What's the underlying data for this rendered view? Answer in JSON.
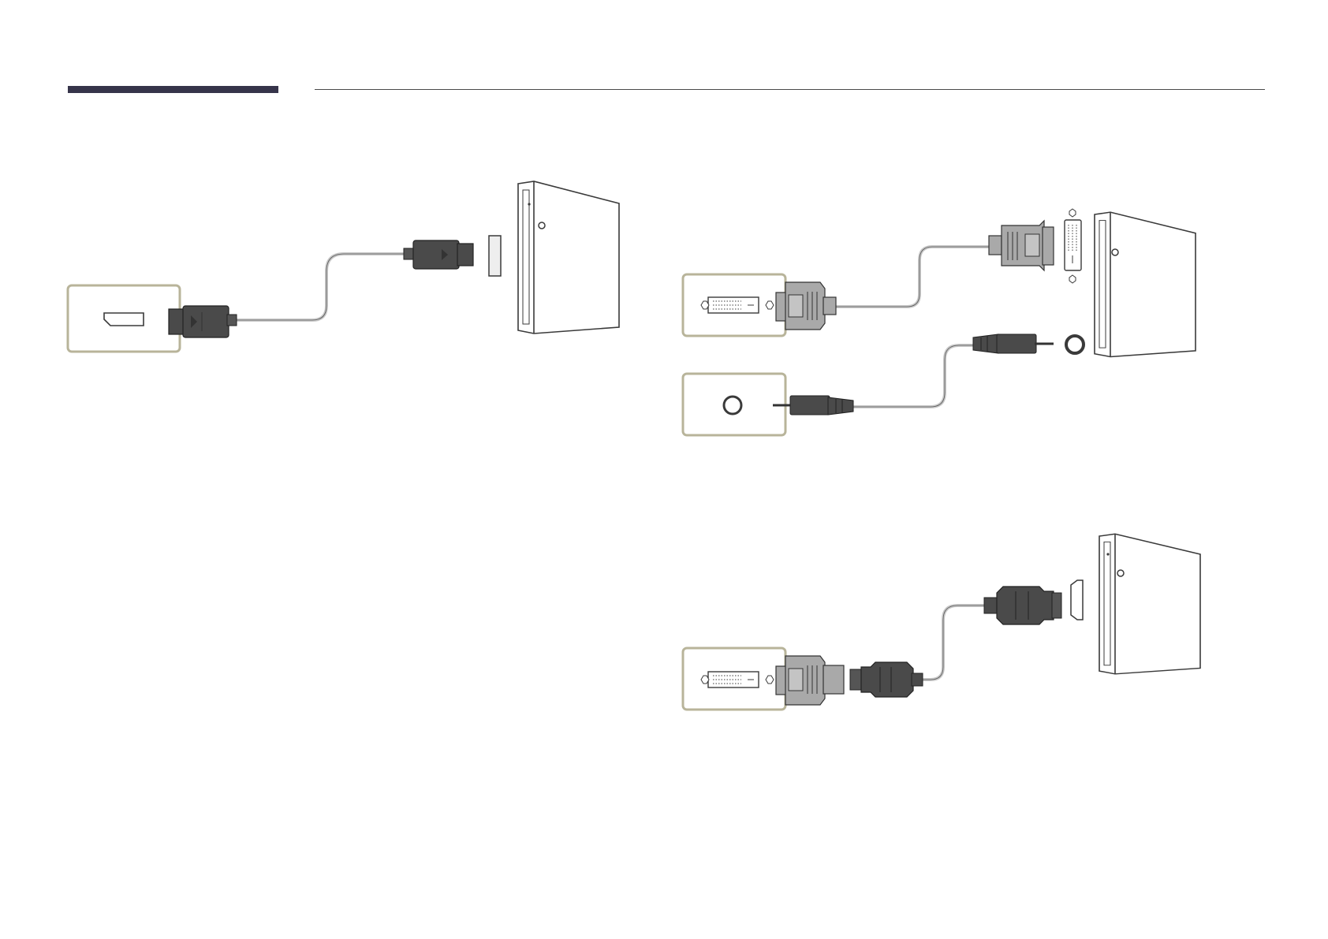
{
  "header": {
    "bar_color": "#36344a",
    "rule_color": "#4a4a4a"
  },
  "colors": {
    "panel_border": "#b8b49a",
    "line": "#3a3a3a",
    "dark_plug": "#4a4a4a",
    "light_plug": "#a9a9a9",
    "cable": "#c8c8c8"
  },
  "diagrams": [
    {
      "name": "displayport-connection",
      "connector": "displayport-icon"
    },
    {
      "name": "dvi-audio-connection",
      "connector": "dvi-icon"
    },
    {
      "name": "hdmi-dvi-adapter-connection",
      "connector": "hdmi-icon"
    }
  ]
}
